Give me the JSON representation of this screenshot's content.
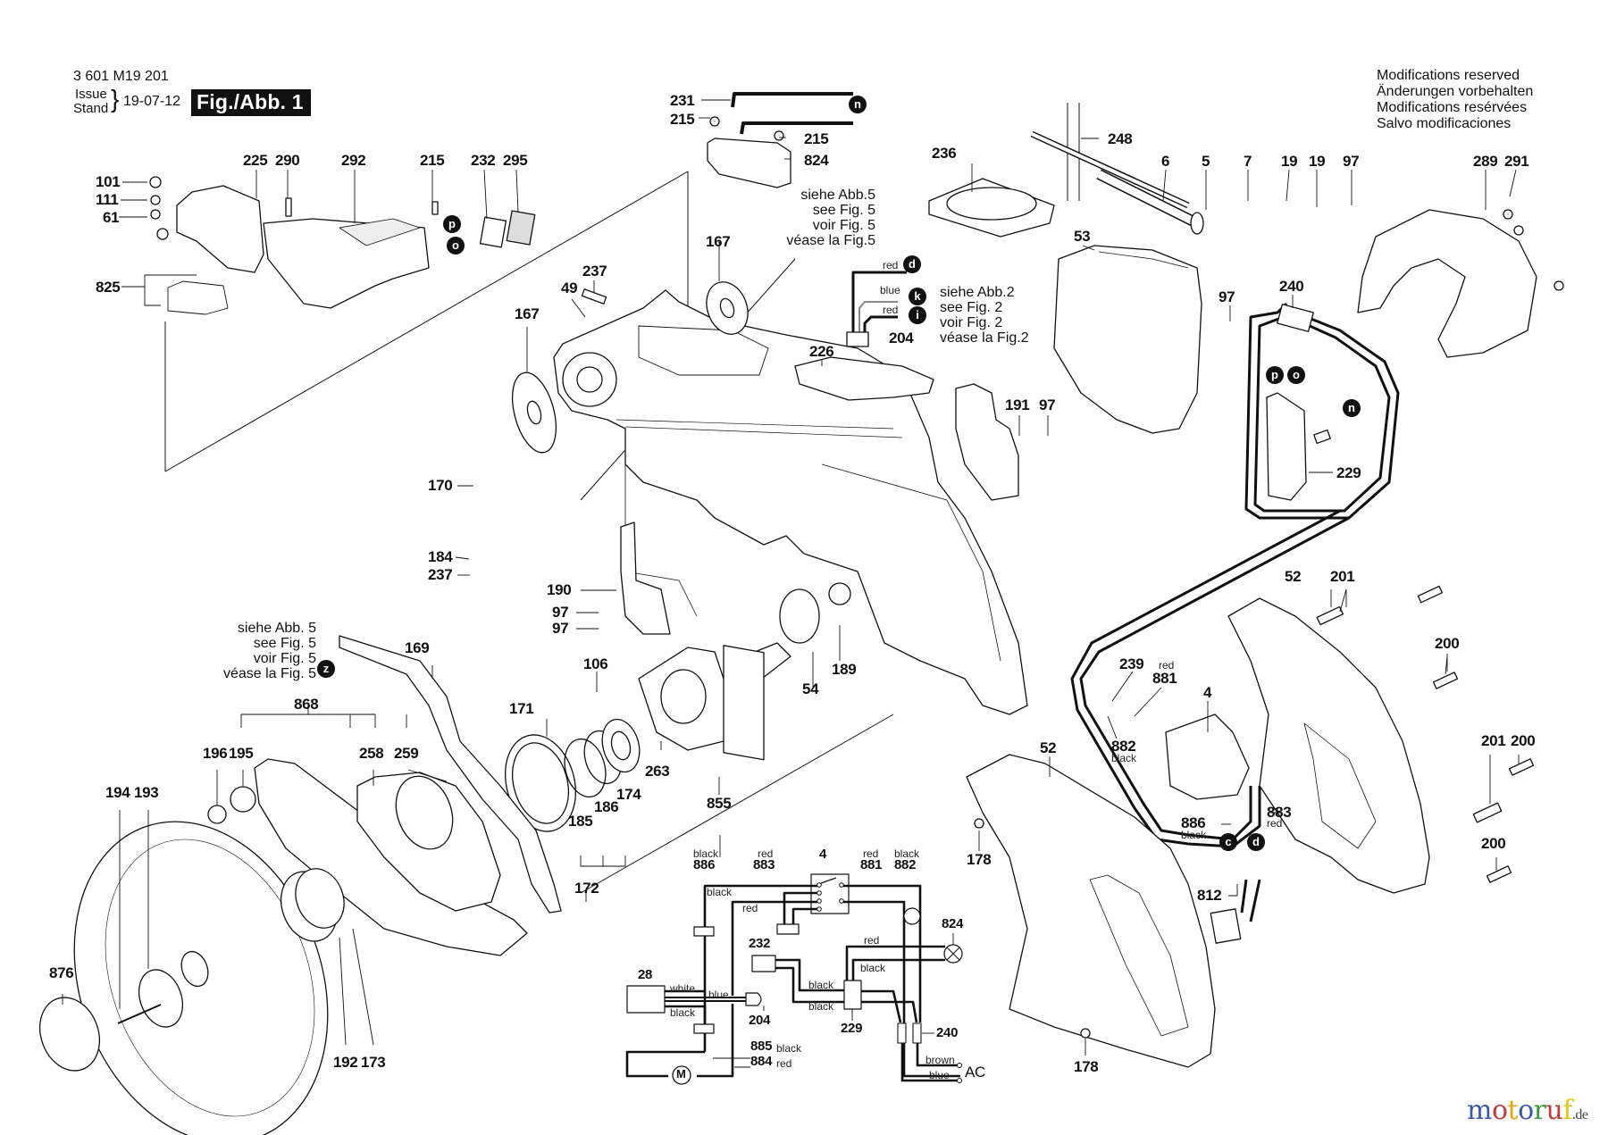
{
  "header": {
    "part_number": "3 601 M19 201",
    "issue_label": "Issue",
    "stand_label": "Stand",
    "issue_date": "19-07-12",
    "figure_badge": "Fig./Abb. 1"
  },
  "modifications_notice": [
    "Modifications reserved",
    "Änderungen vorbehalten",
    "Modifications resérvées",
    "Salvo modificaciones"
  ],
  "references": {
    "fig5_top": [
      "siehe Abb.5",
      "see Fig. 5",
      "voir Fig. 5",
      "véase la Fig.5"
    ],
    "fig2": [
      "siehe Abb.2",
      "see Fig. 2",
      "voir Fig. 2",
      "véase la Fig.2"
    ],
    "fig5_left": [
      "siehe Abb. 5",
      "see Fig. 5",
      "voir Fig. 5",
      "véase la Fig. 5"
    ]
  },
  "connectors": {
    "n": "n",
    "p": "p",
    "o": "o",
    "d": "d",
    "k": "k",
    "i": "i",
    "z": "z",
    "c": "c"
  },
  "wire_colors": {
    "red": "red",
    "blue": "blue",
    "black": "black",
    "white": "white",
    "brown": "brown"
  },
  "part_labels": {
    "p101": "101",
    "p111": "111",
    "p61": "61",
    "p825": "825",
    "p225": "225",
    "p290": "290",
    "p292": "292",
    "p215a": "215",
    "p232a": "232",
    "p295": "295",
    "p231": "231",
    "p215b": "215",
    "p215c": "215",
    "p824a": "824",
    "p236": "236",
    "p248": "248",
    "p6": "6",
    "p5": "5",
    "p7": "7",
    "p19a": "19",
    "p19b": "19",
    "p97a": "97",
    "p289": "289",
    "p291": "291",
    "p167a": "167",
    "p167b": "167",
    "p49": "49",
    "p237a": "237",
    "p204a": "204",
    "p226": "226",
    "p53": "53",
    "p97b": "97",
    "p240a": "240",
    "p191": "191",
    "p97c": "97",
    "p229a": "229",
    "p170": "170",
    "p184": "184",
    "p237b": "237",
    "p190": "190",
    "p97d": "97",
    "p97e": "97",
    "p189": "189",
    "p54": "54",
    "p106": "106",
    "p52a": "52",
    "p201a": "201",
    "p200a": "200",
    "p169": "169",
    "p868": "868",
    "p196": "196",
    "p195": "195",
    "p258": "258",
    "p259": "259",
    "p171": "171",
    "p263": "263",
    "p174": "174",
    "p186": "186",
    "p185": "185",
    "p855": "855",
    "p172": "172",
    "p239": "239",
    "p881a": "881",
    "p882a": "882",
    "p4a": "4",
    "p886a": "886",
    "p883a": "883",
    "p52b": "52",
    "p178a": "178",
    "p178b": "178",
    "p812": "812",
    "p201b": "201",
    "p200b": "200",
    "p200c": "200",
    "p194": "194",
    "p193": "193",
    "p876": "876",
    "p192": "192",
    "p173": "173"
  },
  "wiring_diagram": {
    "labels": {
      "w886": "886",
      "w883": "883",
      "w4": "4",
      "w881": "881",
      "w882": "882",
      "w28": "28",
      "w232": "232",
      "w824": "824",
      "w204": "204",
      "w229": "229",
      "w240": "240",
      "w885": "885",
      "w884": "884",
      "motor": "M",
      "ac": "AC"
    },
    "wire_tags": {
      "t886": "black",
      "t883": "red",
      "t881": "red",
      "t882": "black",
      "black_top": "black",
      "red_mid": "red",
      "white": "white",
      "blue": "blue",
      "black_28": "black",
      "red_824": "red",
      "black_824": "black",
      "black_232a": "black",
      "black_232b": "black",
      "t885": "black",
      "t884": "red",
      "brown": "brown",
      "blue_ac": "blue"
    }
  },
  "watermark": {
    "letters": [
      "m",
      "o",
      "t",
      "o",
      "r",
      "u",
      "f"
    ],
    "colors": [
      "#3b5aa8",
      "#c23b3b",
      "#e8a317",
      "#3b5aa8",
      "#3f9a3f",
      "#c23b3b",
      "#e8c417"
    ],
    "suffix": ".de"
  }
}
